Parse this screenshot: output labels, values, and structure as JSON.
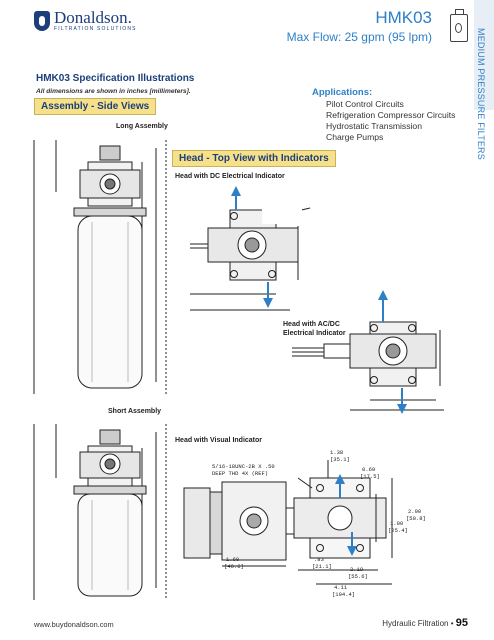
{
  "header": {
    "brand_name": "Donaldson.",
    "brand_sub": "FILTRATION SOLUTIONS",
    "model": "HMK03",
    "max_flow": "Max Flow: 25 gpm (95 lpm)",
    "category_icon": "filter-element-icon",
    "side_tab": "MEDIUM PRESSURE FILTERS"
  },
  "spec": {
    "title": "HMK03 Specification Illustrations",
    "note": "All dimensions are shown in inches [millimeters].",
    "side_views_badge": "Assembly - Side Views",
    "long_assembly": "Long Assembly",
    "short_assembly": "Short Assembly",
    "top_view_badge": "Head - Top View with Indicators",
    "dc_indicator": "Head with DC Electrical Indicator",
    "acdc_indicator_line1": "Head with AC/DC",
    "acdc_indicator_line2": "Electrical Indicator",
    "visual_indicator": "Head with Visual Indicator"
  },
  "applications": {
    "heading": "Applications:",
    "items": [
      "Pilot Control Circuits",
      "Refrigeration Compressor Circuits",
      "Hydrostatic Transmission",
      "Charge Pumps"
    ]
  },
  "drawing_text": {
    "visual_port": "5/16-18UNC-2B X .50",
    "visual_port2": "DEEP THD 4X (REF)",
    "dim_138": "1.38",
    "dim_351": "[35.1]",
    "dim_69": "0.69",
    "dim_175": "[17.5]",
    "dim_200": "2.00",
    "dim_508": "[50.8]",
    "dim_100": "1.00",
    "dim_254": "[25.4]",
    "dim_160": "1.60",
    "dim_406": "[40.6]",
    "dim_83": ".83",
    "dim_211": "[21.1]",
    "dim_219": "2.19",
    "dim_556": "[55.6]",
    "dim_411": "4.11",
    "dim_1044": "[104.4]"
  },
  "footer": {
    "url": "www.buydonaldson.com",
    "section": "Hydraulic Filtration",
    "bullet": "•",
    "page": "95"
  }
}
